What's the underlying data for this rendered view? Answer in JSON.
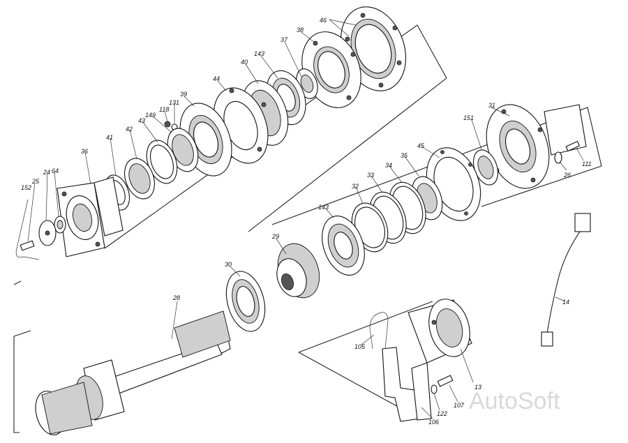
{
  "watermark": "AutoSoft",
  "labels": {
    "l46": "46",
    "l38": "38",
    "l37": "37",
    "l143a": "143",
    "l40": "40",
    "l44": "44",
    "l39": "39",
    "l131": "131",
    "l118": "118",
    "l149": "149",
    "l43": "43",
    "l42": "42",
    "l41": "41",
    "l36": "36",
    "l24": "24",
    "l64": "64",
    "l25": "25",
    "l152": "152",
    "l31": "31",
    "l151": "151",
    "l45": "45",
    "l35": "35",
    "l34": "34",
    "l33": "33",
    "l32": "32",
    "l143b": "143",
    "l26": "26",
    "l111": "111",
    "l29": "29",
    "l30": "30",
    "l28": "28",
    "l14": "14",
    "l105": "105",
    "l13": "13",
    "l107": "107",
    "l122": "122",
    "l106": "106"
  }
}
